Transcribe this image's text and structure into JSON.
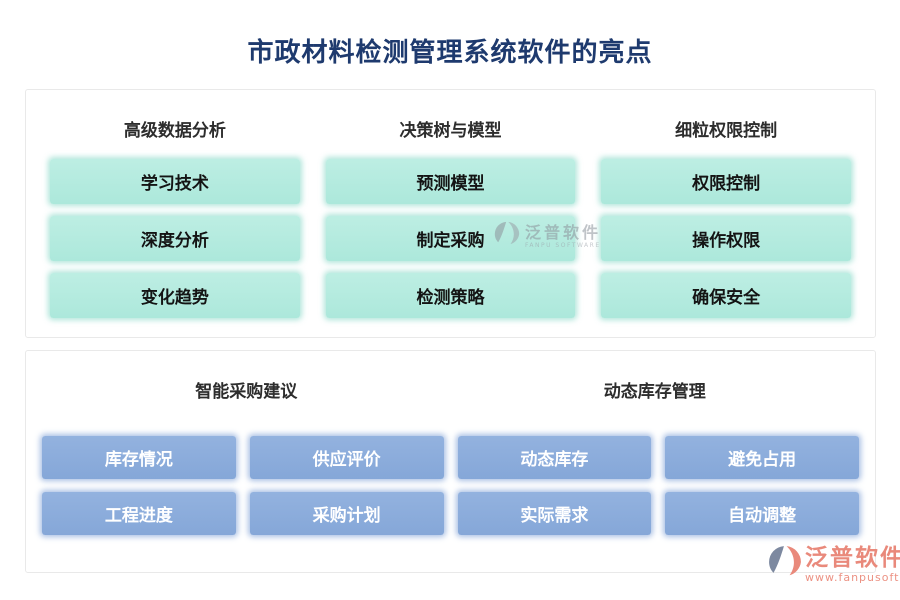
{
  "page": {
    "title": "市政材料检测管理系统软件的亮点"
  },
  "colors": {
    "title_text": "#1e3a6e",
    "teal_button": "#b3ebdf",
    "blue_button": "#8aabdb",
    "header_text": "#2d2d2d",
    "panel_border": "#e9e9e9",
    "watermark_gray": "#8d949c",
    "brand_salmon": "#e9897b"
  },
  "icons": {
    "watermark_logo": "fanpu-swoosh-circle-icon",
    "brand_logo": "fanpu-swoosh-circle-icon"
  },
  "top_panel": {
    "columns": [
      {
        "header": "高级数据分析",
        "items": [
          "学习技术",
          "深度分析",
          "变化趋势"
        ]
      },
      {
        "header": "决策树与模型",
        "items": [
          "预测模型",
          "制定采购",
          "检测策略"
        ]
      },
      {
        "header": "细粒权限控制",
        "items": [
          "权限控制",
          "操作权限",
          "确保安全"
        ]
      }
    ]
  },
  "bottom_panel": {
    "sections": [
      {
        "header": "智能采购建议",
        "items": [
          "库存情况",
          "供应评价",
          "工程进度",
          "采购计划"
        ]
      },
      {
        "header": "动态库存管理",
        "items": [
          "动态库存",
          "避免占用",
          "实际需求",
          "自动调整"
        ]
      }
    ]
  },
  "watermark": {
    "name": "泛普软件",
    "subtitle": "FANPU SOFTWARE"
  },
  "brand": {
    "name": "泛普软件",
    "url": "www.fanpusoft.com"
  }
}
